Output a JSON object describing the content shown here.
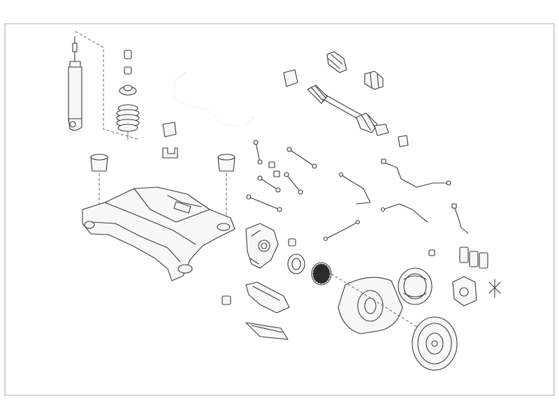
{
  "diagram": {
    "kind": "exploded parts diagram",
    "style": "black line art on white",
    "frame_color": "#aaaaaa",
    "line_color": "#3a3a3a",
    "parts": [
      "shock-absorber",
      "strut-bump-stop",
      "strut-mount",
      "coil-spring",
      "stabilizer-bar",
      "stabilizer-bushings",
      "subframe",
      "subframe-mount-left",
      "subframe-mount-right",
      "drive-shaft",
      "cv-boot-kit",
      "control-arm",
      "tie-rods",
      "link-arms",
      "brake-hoses",
      "abs-sensor-cables",
      "wheel-hub-carrier",
      "wheel-bearing",
      "abs-ring",
      "lower-arm",
      "brake-shoes",
      "dust-shield",
      "parking-brake-shoe",
      "brake-disc",
      "brake-pads",
      "brake-caliper",
      "pad-clips"
    ]
  }
}
